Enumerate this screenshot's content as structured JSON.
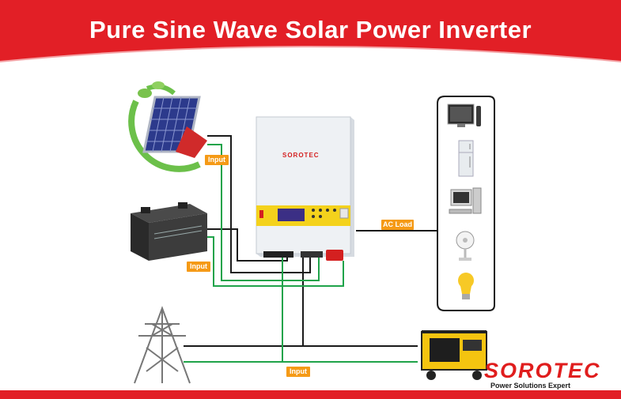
{
  "title": "Pure Sine Wave Solar Power Inverter",
  "labels": {
    "input_solar": "Input",
    "input_battery": "Input",
    "input_grid": "Input",
    "ac_load": "AC Load"
  },
  "inverter": {
    "brand": "SOROTEC"
  },
  "brand": {
    "name": "SOROTEC",
    "tagline": "Power Solutions Expert"
  },
  "colors": {
    "header_red": "#e21f26",
    "tag_orange": "#f59a16",
    "wire_green": "#1fa34a",
    "wire_black": "#1a1a1a",
    "inverter_panel_yellow": "#f4d21c"
  },
  "devices": [
    "tv-icon",
    "refrigerator-icon",
    "computer-icon",
    "fan-icon",
    "light-bulb-icon"
  ]
}
